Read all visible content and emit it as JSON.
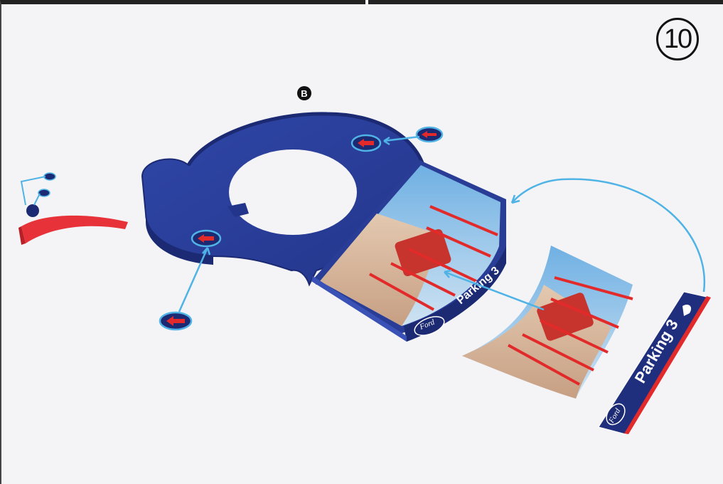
{
  "step": {
    "number": "10"
  },
  "part": {
    "label": "B"
  },
  "parking_strip": {
    "label": "Parking 3",
    "brand": "Ford"
  },
  "track_label": {
    "text": "Parking 3"
  },
  "track_brand": {
    "text": "Ford"
  },
  "colors": {
    "track_blue": "#2a3d96",
    "track_dark": "#1b2a73",
    "ramp_red": "#e8323a",
    "arrow_blue": "#4fb3e6",
    "sticker_red": "#e22a2a",
    "photo_sky": "#5a9fd6",
    "photo_sand": "#d8b79a"
  },
  "icons": [
    "direction-arrow-sticker",
    "pointer-arrow",
    "mustang-logo-icon"
  ]
}
